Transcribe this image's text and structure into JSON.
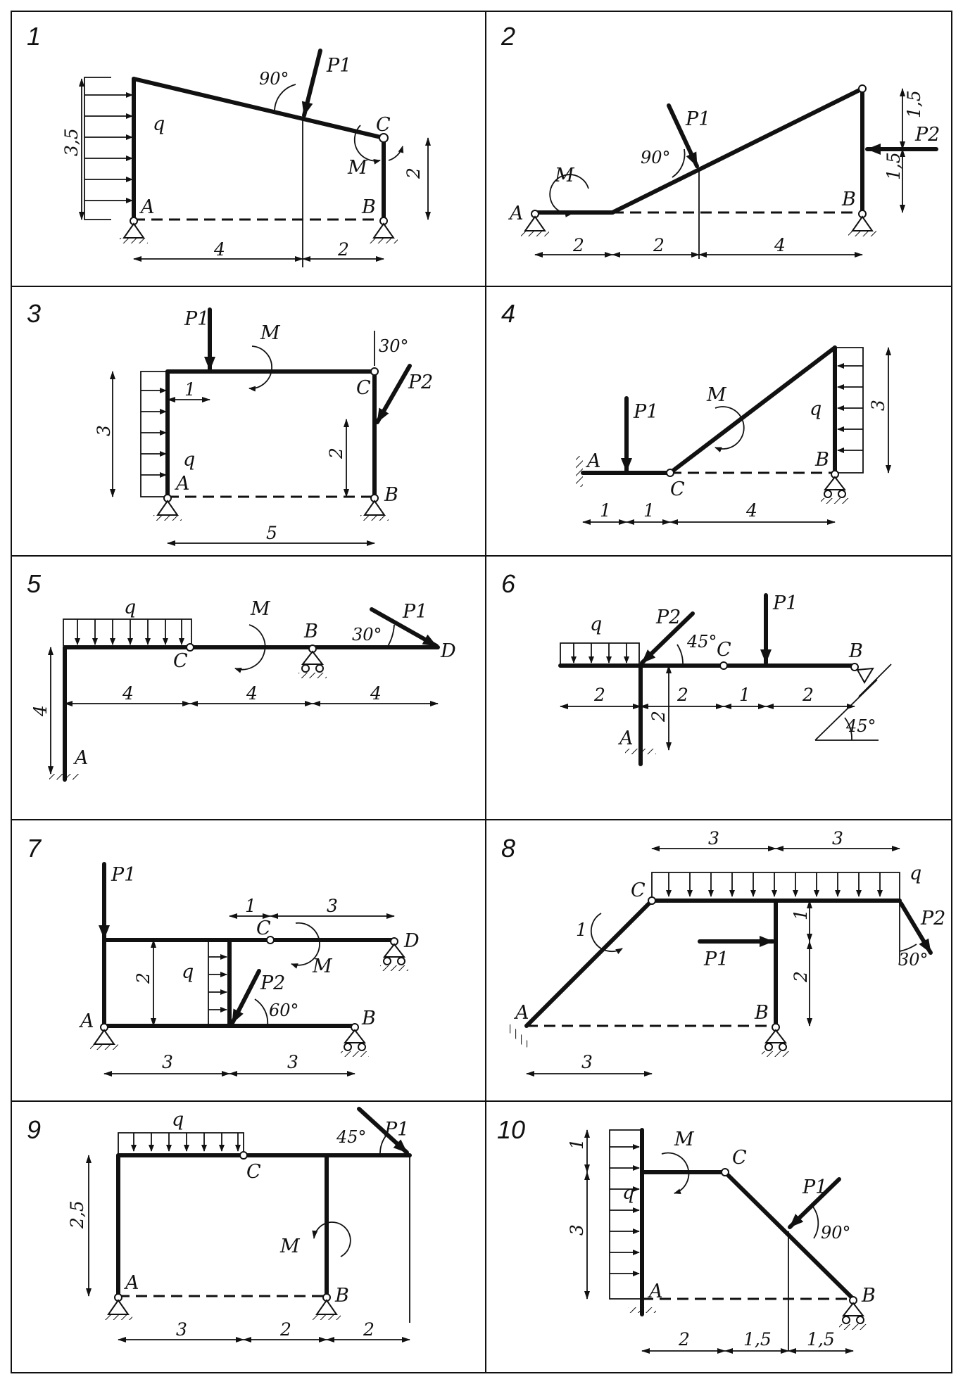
{
  "grid": {
    "rows": 5,
    "cols": 2
  },
  "panels": [
    {
      "id": "1",
      "labels": [
        "P1",
        "q",
        "M",
        "A",
        "B",
        "C",
        "90°"
      ],
      "dims": [
        "3,5",
        "2",
        "4",
        "2"
      ]
    },
    {
      "id": "2",
      "labels": [
        "P1",
        "P2",
        "M",
        "A",
        "B",
        "90°"
      ],
      "dims": [
        "1,5",
        "1,5",
        "2",
        "2",
        "4"
      ]
    },
    {
      "id": "3",
      "labels": [
        "P1",
        "P2",
        "q",
        "M",
        "A",
        "B",
        "C",
        "30°"
      ],
      "dims": [
        "1",
        "3",
        "2",
        "5"
      ]
    },
    {
      "id": "4",
      "labels": [
        "P1",
        "q",
        "M",
        "A",
        "B",
        "C"
      ],
      "dims": [
        "3",
        "1",
        "1",
        "4"
      ]
    },
    {
      "id": "5",
      "labels": [
        "P1",
        "q",
        "M",
        "A",
        "B",
        "C",
        "D",
        "30°"
      ],
      "dims": [
        "4",
        "4",
        "4",
        "4"
      ]
    },
    {
      "id": "6",
      "labels": [
        "P1",
        "P2",
        "q",
        "A",
        "B",
        "C",
        "45°",
        "45°"
      ],
      "dims": [
        "2",
        "2",
        "1",
        "2",
        "2"
      ]
    },
    {
      "id": "7",
      "labels": [
        "P1",
        "P2",
        "q",
        "M",
        "A",
        "B",
        "C",
        "D",
        "60°"
      ],
      "dims": [
        "1",
        "3",
        "2",
        "3",
        "3"
      ]
    },
    {
      "id": "8",
      "labels": [
        "P1",
        "P2",
        "q",
        "A",
        "B",
        "C",
        "30°"
      ],
      "dims": [
        "3",
        "3",
        "1",
        "1",
        "2",
        "3"
      ]
    },
    {
      "id": "9",
      "labels": [
        "P1",
        "q",
        "M",
        "A",
        "B",
        "C",
        "45°"
      ],
      "dims": [
        "2,5",
        "3",
        "2",
        "2"
      ]
    },
    {
      "id": "10",
      "labels": [
        "P1",
        "q",
        "M",
        "A",
        "B",
        "C",
        "90°"
      ],
      "dims": [
        "1",
        "3",
        "2",
        "1,5",
        "1,5"
      ]
    }
  ]
}
